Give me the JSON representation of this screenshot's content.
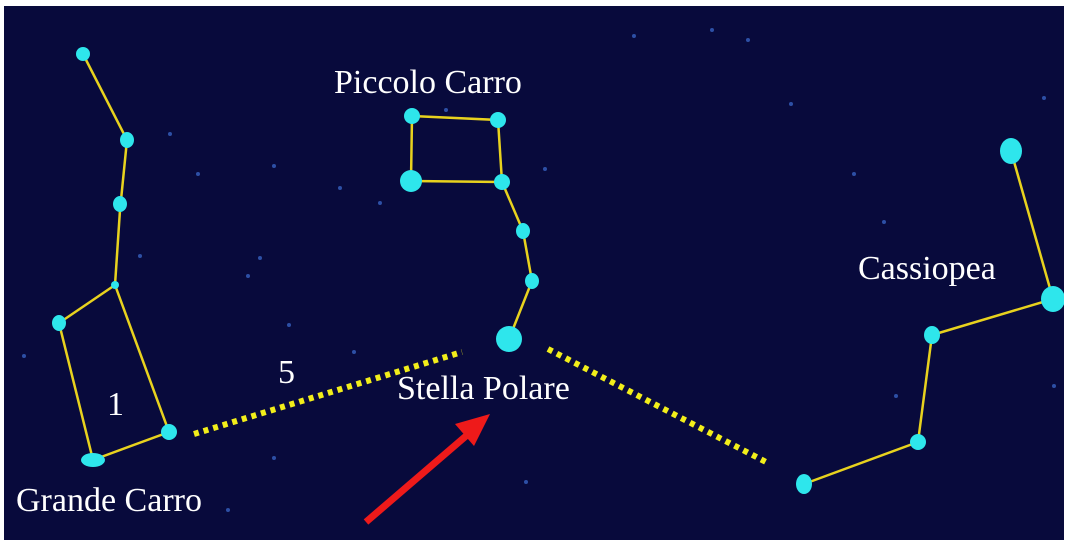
{
  "labels": {
    "little_dipper": "Piccolo Carro",
    "big_dipper": "Grande Carro",
    "cassiopeia": "Cassiopea",
    "polaris": "Stella Polare",
    "distance_unit": "1",
    "distance_multiple": "5"
  },
  "colors": {
    "sky": "#080a3c",
    "star": "#2ee6ec",
    "constellation_line": "#e8d21e",
    "pointer_line": "#f2ee1a",
    "arrow": "#ee1a1a",
    "text": "#ffffff"
  }
}
